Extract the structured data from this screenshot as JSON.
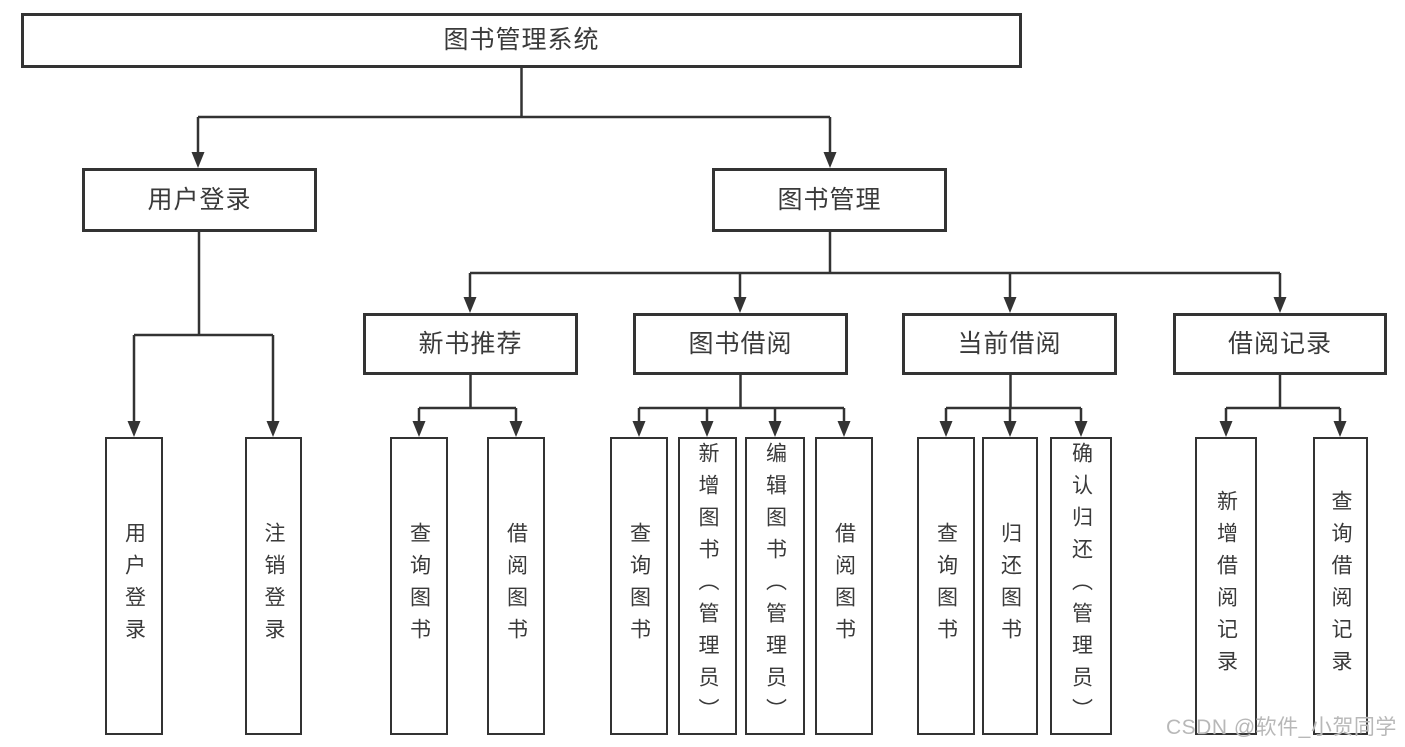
{
  "diagram": {
    "nodes": {
      "root": {
        "label": "图书管理系统"
      },
      "user-login": {
        "label": "用户登录"
      },
      "book-mgmt": {
        "label": "图书管理"
      },
      "new-book-rec": {
        "label": "新书推荐"
      },
      "book-borrow": {
        "label": "图书借阅"
      },
      "current-borrow": {
        "label": "当前借阅"
      },
      "borrow-records": {
        "label": "借阅记录"
      },
      "leaf-user-login": {
        "label": "用户登录"
      },
      "leaf-logout": {
        "label": "注销登录"
      },
      "nb-query-books": {
        "label": "查询图书"
      },
      "nb-borrow-books": {
        "label": "借阅图书"
      },
      "bb-query-books": {
        "label": "查询图书"
      },
      "bb-add-books": {
        "label": "新增图书（管理员）"
      },
      "bb-edit-books": {
        "label": "编辑图书（管理员）"
      },
      "bb-borrow-books": {
        "label": "借阅图书"
      },
      "cb-query-books": {
        "label": "查询图书"
      },
      "cb-return-books": {
        "label": "归还图书"
      },
      "cb-confirm-return": {
        "label": "确认归还（管理员）"
      },
      "br-add-record": {
        "label": "新增借阅记录"
      },
      "br-query-record": {
        "label": "查询借阅记录"
      }
    },
    "colors": {
      "line": "#333333",
      "text": "#3a3a3a",
      "box_background": "#ffffff",
      "page_background": "#ffffff",
      "watermark": "#b8b8b8"
    }
  },
  "watermark": {
    "text": "CSDN @软件_小贺同学"
  }
}
